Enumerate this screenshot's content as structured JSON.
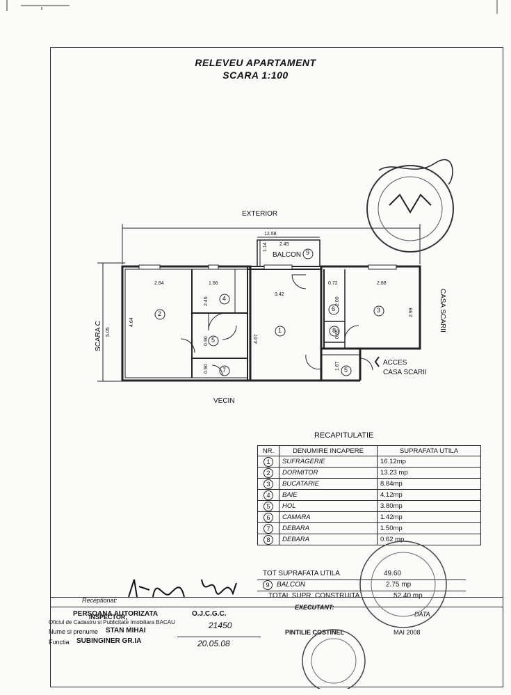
{
  "header": {
    "title": "RELEVEU APARTAMENT",
    "scale": "SCARA 1:100"
  },
  "plan": {
    "exterior": "EXTERIOR",
    "vecin": "VECIN",
    "scara_c": "SCARA C",
    "casa_scarii": "CASA SCARII",
    "balcon": "BALCON",
    "acces": "ACCES",
    "acces_casa": "CASA SCARII",
    "dims": {
      "total_width": "12.58",
      "balcon_w": "2.45",
      "balcon_h": "1.14",
      "left_h": "5.05",
      "r2_w": "2.84",
      "r2_h": "4.64",
      "r4_w": "1.66",
      "r4_h": "2.46",
      "hol_h": "0.90",
      "r7_h": "0.90",
      "r1_w": "3.42",
      "r1_h": "4.67",
      "r6_w": "0.72",
      "r6_h": "2.00",
      "r8_h": "0.85",
      "r5b_h": "1.67",
      "r3_w": "2.88",
      "r3_h": "2.99"
    },
    "room_numbers": [
      "1",
      "2",
      "3",
      "4",
      "5",
      "5",
      "6",
      "7",
      "8",
      "9"
    ]
  },
  "recap": {
    "title": "RECAPITULATIE",
    "headers": [
      "NR.",
      "DENUMIRE INCAPERE",
      "SUPRAFATA UTILA"
    ],
    "rows": [
      {
        "nr": "1",
        "name": "SUFRAGERIE",
        "area": "16.12mp"
      },
      {
        "nr": "2",
        "name": "DORMITOR",
        "area": "13.23 mp"
      },
      {
        "nr": "3",
        "name": "BUCATARIE",
        "area": "8.84mp"
      },
      {
        "nr": "4",
        "name": "BAIE",
        "area": "4.12mp"
      },
      {
        "nr": "5",
        "name": "HOL",
        "area": "3.80mp"
      },
      {
        "nr": "6",
        "name": "CAMARA",
        "area": "1.42mp"
      },
      {
        "nr": "7",
        "name": "DEBARA",
        "area": "1.50mp"
      },
      {
        "nr": "8",
        "name": "DEBARA",
        "area": "0.62 mp"
      }
    ],
    "total_util_label": "TOT SUPRAFATA UTILA",
    "total_util_value": "49.60",
    "balcon_nr": "9",
    "balcon_label": "BALCON",
    "balcon_value": "2.75 mp",
    "total_constr_label": "TOTAL SUPR. CONSTRUITA",
    "total_constr_value": "52.40 mp"
  },
  "footer": {
    "receptionat": "Receptionat:",
    "persoana": "PERSOANA AUTORIZATA",
    "ojcgc": "O.J.C.G.C.",
    "executant": "EXECUTANT:",
    "oficiu": "Oficiul de Cadastru si Publicitate Imobiliara BACAU",
    "inspector": "INSPECTOR,",
    "nume": "Nume si prenume",
    "nume_val": "STAN MIHAI",
    "functia": "Functia",
    "functia_val": "SUBINGINER GR.IA",
    "nr_hand": "21450",
    "date_hand": "20.05.08",
    "executant_name": "PINTILIE COSTINEL",
    "data_label": "DATA",
    "data_val": "MAI 2008"
  }
}
